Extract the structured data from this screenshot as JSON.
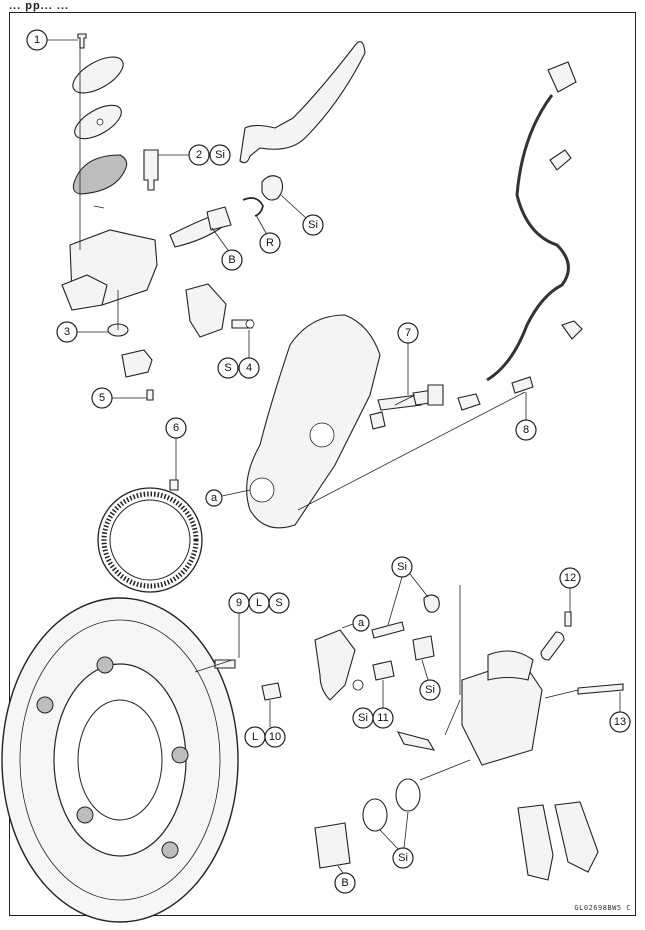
{
  "header": {
    "fragment": "... pp... ..."
  },
  "callouts": {
    "c1": "1",
    "c2": "2",
    "c3": "3",
    "c4": "4",
    "c5": "5",
    "c6": "6",
    "c7": "7",
    "c8": "8",
    "c9": "9",
    "c10": "10",
    "c11": "11",
    "c12": "12",
    "c13": "13",
    "si": "Si",
    "r": "R",
    "b": "B",
    "s": "S",
    "l": "L",
    "a": "a"
  },
  "footer": {
    "code": "GL02698BW5 C"
  }
}
